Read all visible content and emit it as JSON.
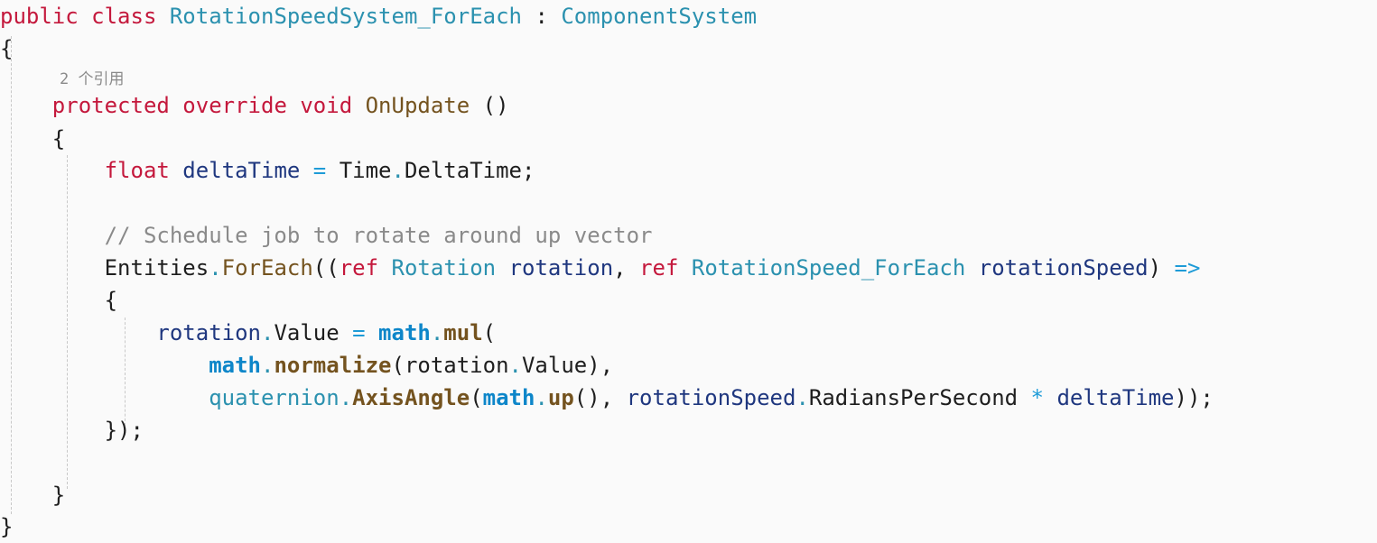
{
  "code": {
    "class_decl": {
      "kw_public": "public",
      "kw_class": "class",
      "class_name": "RotationSpeedSystem_ForEach",
      "colon": ":",
      "base_class": "ComponentSystem"
    },
    "open_brace_1": "{",
    "codelens": "2 个引用",
    "method_decl": {
      "kw_protected": "protected",
      "kw_override": "override",
      "kw_void": "void",
      "method_name": "OnUpdate",
      "parens": "()"
    },
    "open_brace_2": "{",
    "delta_line": {
      "kw_float": "float",
      "var_name": "deltaTime",
      "eq": "=",
      "type_time": "Time",
      "dot": ".",
      "prop": "DeltaTime",
      "semi": ";"
    },
    "comment": "// Schedule job to rotate around up vector",
    "foreach_line": {
      "entities": "Entities",
      "dot": ".",
      "foreach": "ForEach",
      "open": "((",
      "kw_ref1": "ref",
      "type_rotation": "Rotation",
      "param_rotation": "rotation",
      "comma": ",",
      "kw_ref2": "ref",
      "type_speed": "RotationSpeed_ForEach",
      "param_speed": "rotationSpeed",
      "close": ")",
      "arrow": "=>"
    },
    "open_brace_3": "{",
    "assign_line": {
      "var_rotation": "rotation",
      "dot": ".",
      "prop_value": "Value",
      "eq": "=",
      "ns_math": "math",
      "dot2": ".",
      "mul": "mul",
      "open": "("
    },
    "normalize_line": {
      "ns_math": "math",
      "dot": ".",
      "normalize": "normalize",
      "open": "(",
      "var_rotation": "rotation",
      "dot2": ".",
      "prop_value": "Value",
      "close": "),"
    },
    "axis_line": {
      "type_quat": "quaternion",
      "dot": ".",
      "axis_angle": "AxisAngle",
      "open": "(",
      "ns_math": "math",
      "dot2": ".",
      "up": "up",
      "up_parens": "(),",
      "var_speed": "rotationSpeed",
      "dot3": ".",
      "prop_rps": "RadiansPerSecond",
      "mul_op": "*",
      "var_delta": "deltaTime",
      "close": "));"
    },
    "close_lambda": "});",
    "close_brace_2": "}",
    "close_brace_1": "}"
  }
}
